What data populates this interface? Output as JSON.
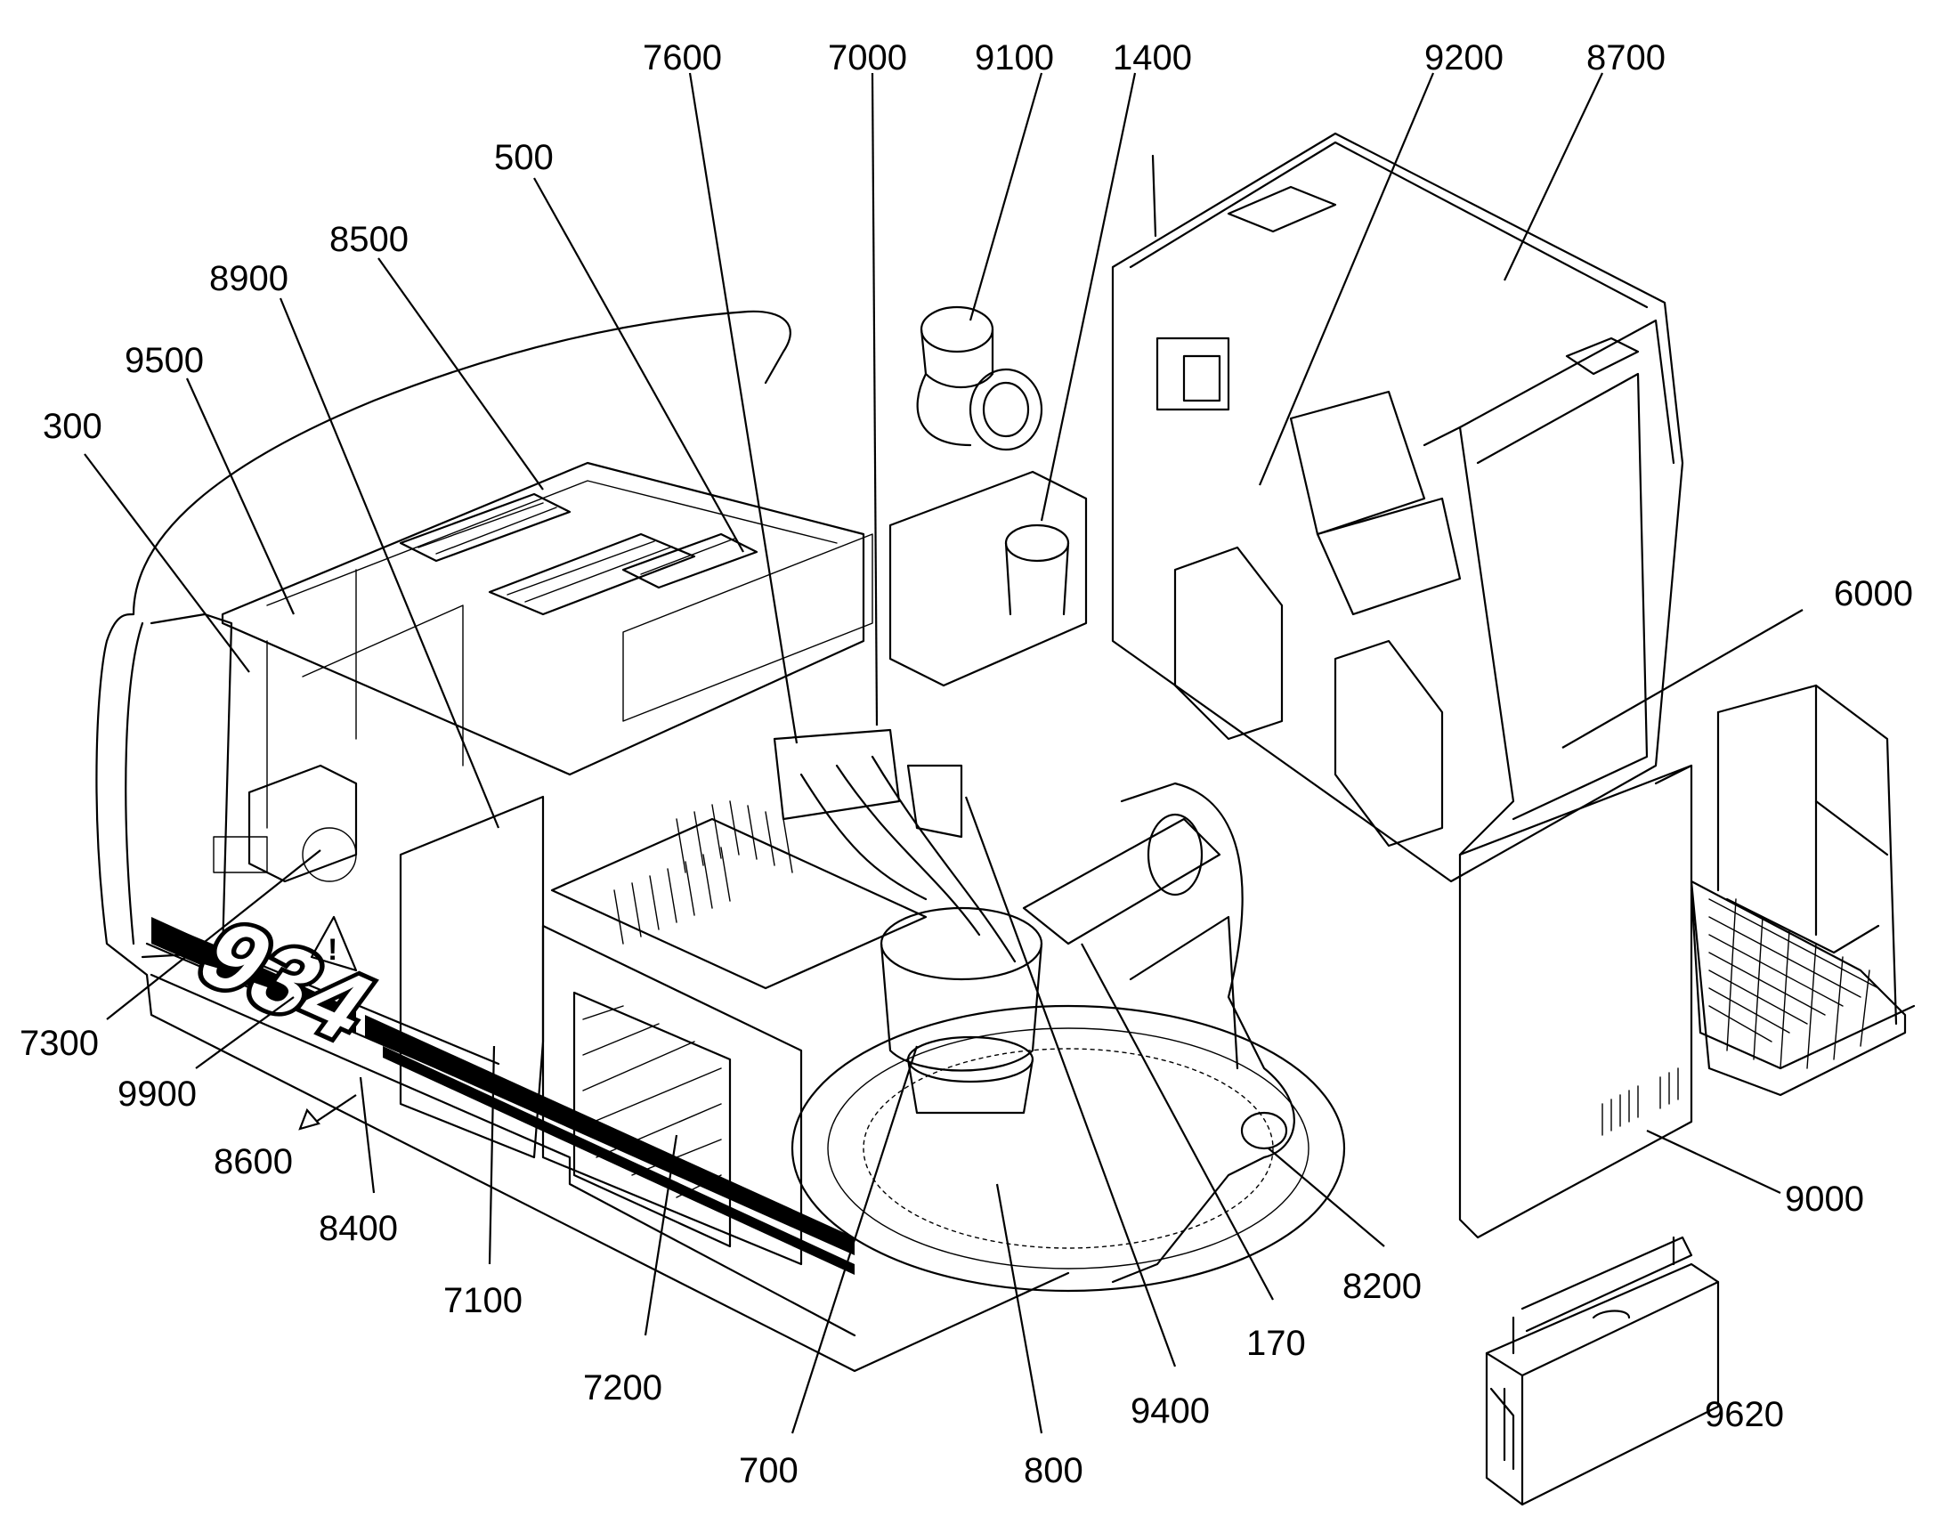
{
  "diagram": {
    "callouts": [
      {
        "id": "c7600",
        "label": "7600"
      },
      {
        "id": "c7000",
        "label": "7000"
      },
      {
        "id": "c9100",
        "label": "9100"
      },
      {
        "id": "c1400",
        "label": "1400"
      },
      {
        "id": "c9200",
        "label": "9200"
      },
      {
        "id": "c8700",
        "label": "8700"
      },
      {
        "id": "c500",
        "label": "500"
      },
      {
        "id": "c8500",
        "label": "8500"
      },
      {
        "id": "c8900",
        "label": "8900"
      },
      {
        "id": "c9500",
        "label": "9500"
      },
      {
        "id": "c300",
        "label": "300"
      },
      {
        "id": "c6000",
        "label": "6000"
      },
      {
        "id": "c7300",
        "label": "7300"
      },
      {
        "id": "c9900",
        "label": "9900"
      },
      {
        "id": "c8600",
        "label": "8600"
      },
      {
        "id": "c8400",
        "label": "8400"
      },
      {
        "id": "c7100",
        "label": "7100"
      },
      {
        "id": "c7200",
        "label": "7200"
      },
      {
        "id": "c700",
        "label": "700"
      },
      {
        "id": "c800",
        "label": "800"
      },
      {
        "id": "c9400",
        "label": "9400"
      },
      {
        "id": "c170",
        "label": "170"
      },
      {
        "id": "c8200",
        "label": "8200"
      },
      {
        "id": "c9000",
        "label": "9000"
      },
      {
        "id": "c9620",
        "label": "9620"
      }
    ],
    "counterweight_marking": "934"
  }
}
